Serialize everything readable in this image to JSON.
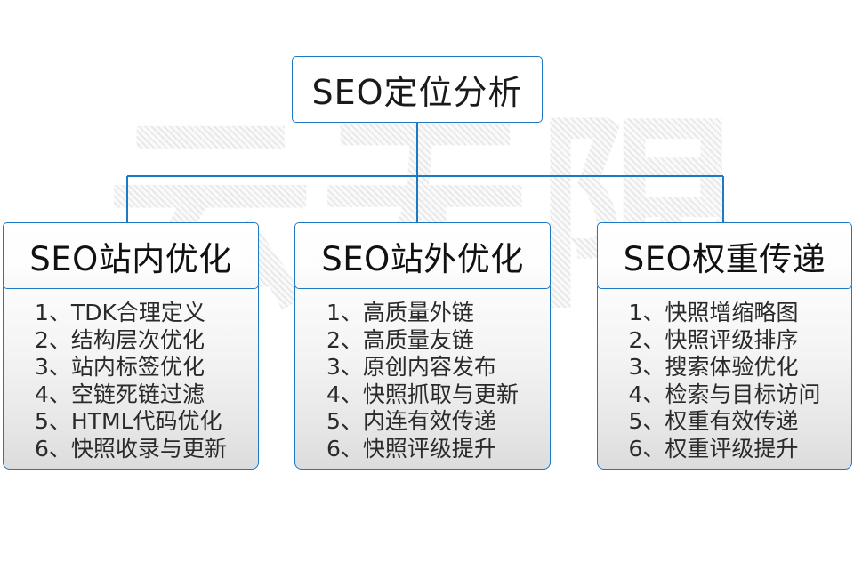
{
  "diagram": {
    "title": "SEO定位分析",
    "watermark_text": "云无限",
    "accent_color": "#1f78c4",
    "body_text_color": "#2a2a2a",
    "columns": [
      {
        "id": "seo-onsite",
        "header": "SEO站内优化",
        "items": [
          "1、TDK合理定义",
          "2、结构层次优化",
          "3、站内标签优化",
          "4、空链死链过滤",
          "5、HTML代码优化",
          "6、快照收录与更新"
        ]
      },
      {
        "id": "seo-offsite",
        "header": "SEO站外优化",
        "items": [
          "1、高质量外链",
          "2、高质量友链",
          "3、原创内容发布",
          "4、快照抓取与更新",
          "5、内连有效传递",
          "6、快照评级提升"
        ]
      },
      {
        "id": "seo-weight",
        "header": "SEO权重传递",
        "items": [
          "1、快照增缩略图",
          "2、快照评级排序",
          "3、搜索体验优化",
          "4、检索与目标访问",
          "5、权重有效传递",
          "6、权重评级提升"
        ]
      }
    ]
  }
}
